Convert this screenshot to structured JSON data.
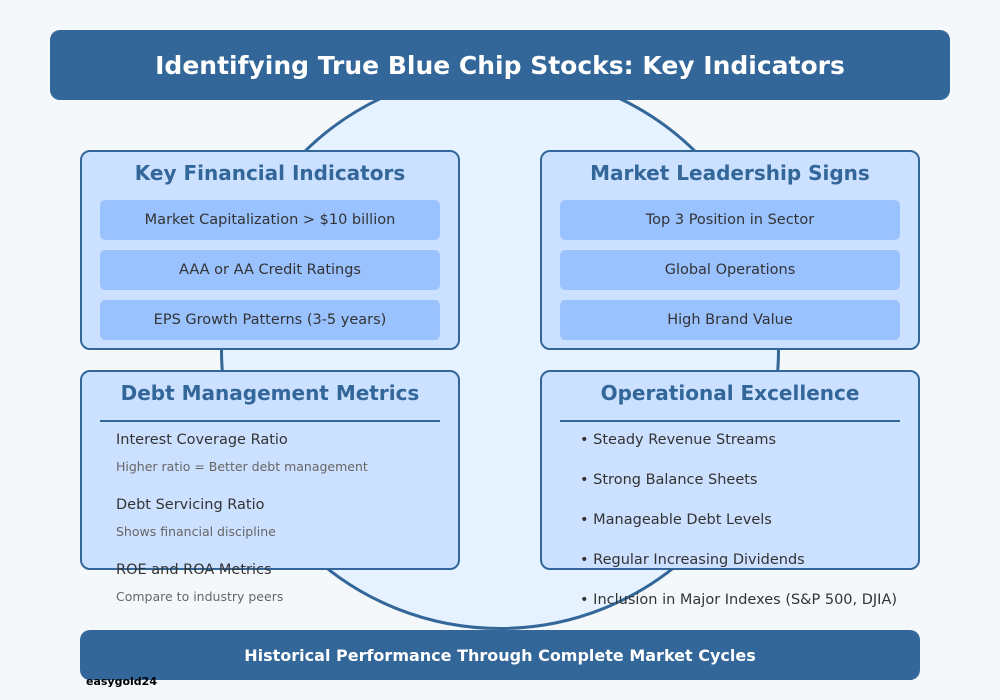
{
  "title": "Identifying True Blue Chip Stocks: Key Indicators",
  "colors": {
    "primary": "#336699",
    "card": "#cce0ff",
    "pill": "#99c2ff",
    "circle": "#e6f2ff"
  },
  "financial": {
    "heading": "Key Financial Indicators",
    "items": [
      "Market Capitalization > $10 billion",
      "AAA or AA Credit Ratings",
      "EPS Growth Patterns (3-5 years)"
    ]
  },
  "leadership": {
    "heading": "Market Leadership Signs",
    "items": [
      "Top 3 Position in Sector",
      "Global Operations",
      "High Brand Value"
    ]
  },
  "debt": {
    "heading": "Debt Management Metrics",
    "items": [
      {
        "label": "Interest Coverage Ratio",
        "note": "Higher ratio = Better debt management"
      },
      {
        "label": "Debt Servicing Ratio",
        "note": "Shows financial discipline"
      },
      {
        "label": "ROE and ROA Metrics",
        "note": "Compare to industry peers"
      }
    ]
  },
  "operational": {
    "heading": "Operational Excellence",
    "items": [
      "• Steady Revenue Streams",
      "• Strong Balance Sheets",
      "• Manageable Debt Levels",
      "• Regular Increasing Dividends",
      "• Inclusion in Major Indexes (S&P 500, DJIA)"
    ]
  },
  "footer": "Historical Performance Through Complete Market Cycles",
  "watermark": "easygold24"
}
